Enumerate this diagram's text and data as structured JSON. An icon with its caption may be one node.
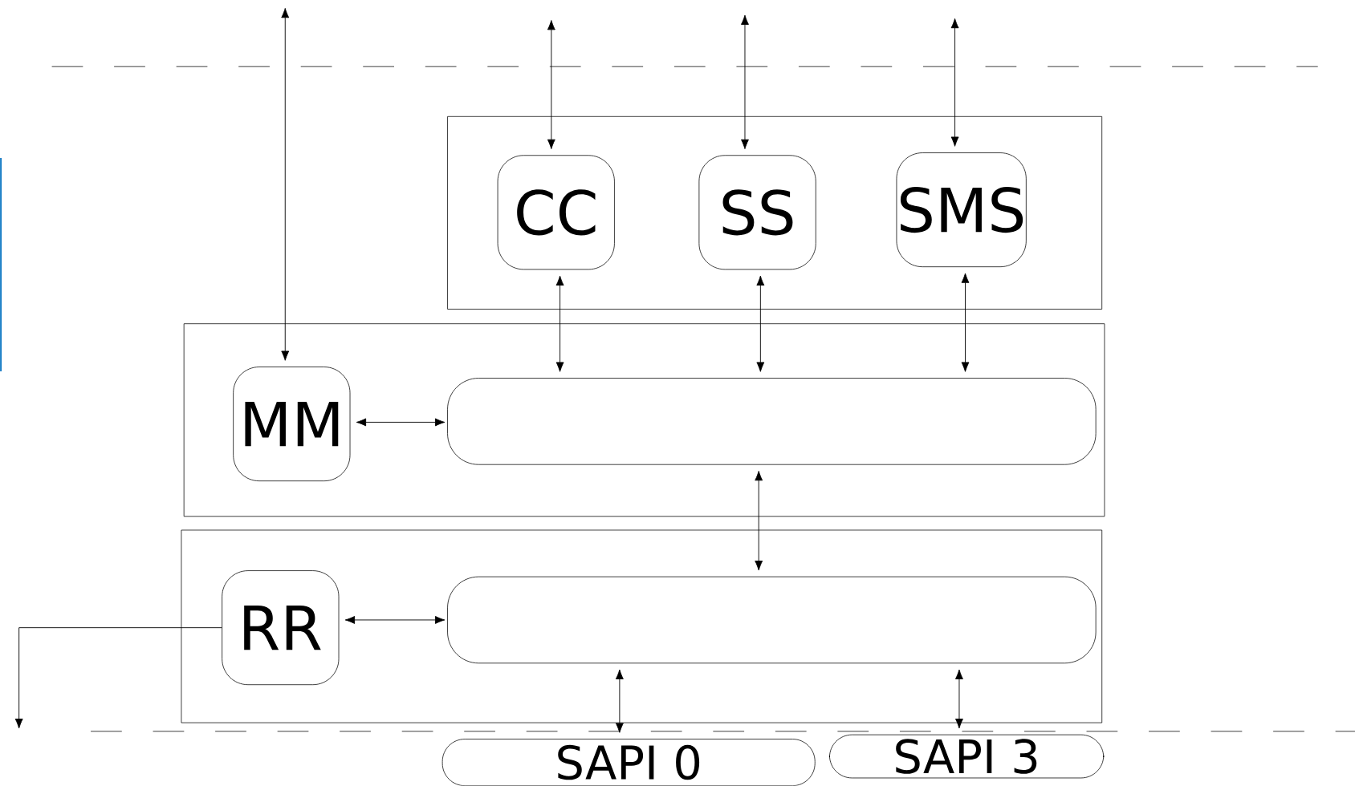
{
  "diagram": {
    "nodes": [
      {
        "text": [],
        "shape": "box"
      },
      {
        "text": [
          "CC"
        ],
        "in": 0
      },
      {
        "text": [
          "SS"
        ],
        "in": 0
      },
      {
        "text": [
          "SMS"
        ],
        "in": 0
      },
      {
        "text": [],
        "shape": "box"
      },
      {
        "text": [
          "MM"
        ],
        "in": 4
      },
      {
        "text": [],
        "shape": "box",
        "in": 4
      },
      {
        "text": [],
        "shape": "box"
      },
      {
        "text": [
          "RR"
        ],
        "in": 7
      },
      {
        "text": [],
        "shape": "box",
        "in": 7
      },
      {
        "text": [
          "SAPI 0"
        ]
      },
      {
        "text": [
          "SAPI 3"
        ]
      }
    ],
    "edges": [
      {
        "from": null,
        "to": 5,
        "arrow": "both"
      },
      {
        "from": null,
        "to": 1,
        "arrow": "both"
      },
      {
        "from": null,
        "to": 2,
        "arrow": "both"
      },
      {
        "from": null,
        "to": 3,
        "arrow": "both"
      },
      {
        "from": 1,
        "to": 6,
        "arrow": "both"
      },
      {
        "from": 2,
        "to": 6,
        "arrow": "both"
      },
      {
        "from": 3,
        "to": 6,
        "arrow": "both"
      },
      {
        "from": 5,
        "to": 6,
        "arrow": "both"
      },
      {
        "from": 6,
        "to": 9,
        "arrow": "both"
      },
      {
        "from": 8,
        "to": 9,
        "arrow": "both"
      },
      {
        "from": 9,
        "to": 10,
        "arrow": "both"
      },
      {
        "from": 9,
        "to": 11,
        "arrow": "both"
      },
      {
        "from": 8,
        "to": null,
        "arrow": "to"
      }
    ]
  }
}
